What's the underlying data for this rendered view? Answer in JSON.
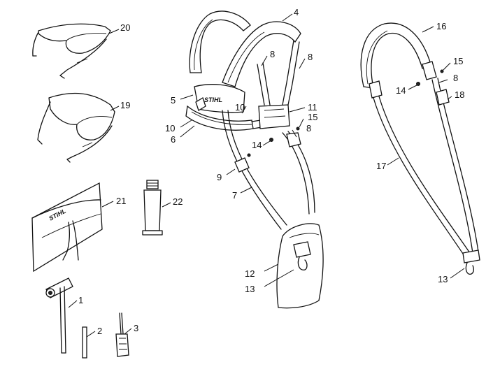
{
  "brand": {
    "harness_logo": "STIHL",
    "pouch_logo": "STIHL"
  },
  "callouts": [
    {
      "id": "c1",
      "label": "1"
    },
    {
      "id": "c2",
      "label": "2"
    },
    {
      "id": "c3",
      "label": "3"
    },
    {
      "id": "c4",
      "label": "4"
    },
    {
      "id": "c5",
      "label": "5"
    },
    {
      "id": "c6",
      "label": "6"
    },
    {
      "id": "c7",
      "label": "7"
    },
    {
      "id": "c8a",
      "label": "8"
    },
    {
      "id": "c8b",
      "label": "8"
    },
    {
      "id": "c8c",
      "label": "8"
    },
    {
      "id": "c8d",
      "label": "8"
    },
    {
      "id": "c9",
      "label": "9"
    },
    {
      "id": "c10a",
      "label": "10"
    },
    {
      "id": "c10b",
      "label": "10"
    },
    {
      "id": "c11",
      "label": "11"
    },
    {
      "id": "c12",
      "label": "12"
    },
    {
      "id": "c13a",
      "label": "13"
    },
    {
      "id": "c13b",
      "label": "13"
    },
    {
      "id": "c14a",
      "label": "14"
    },
    {
      "id": "c14b",
      "label": "14"
    },
    {
      "id": "c15a",
      "label": "15"
    },
    {
      "id": "c15b",
      "label": "15"
    },
    {
      "id": "c16",
      "label": "16"
    },
    {
      "id": "c17",
      "label": "17"
    },
    {
      "id": "c18",
      "label": "18"
    },
    {
      "id": "c19",
      "label": "19"
    },
    {
      "id": "c20",
      "label": "20"
    },
    {
      "id": "c21",
      "label": "21"
    },
    {
      "id": "c22",
      "label": "22"
    }
  ]
}
